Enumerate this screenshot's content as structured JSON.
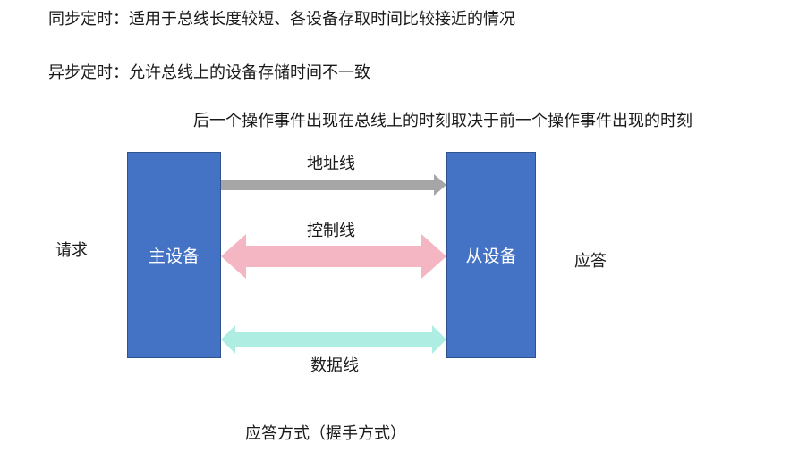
{
  "lines": {
    "sync": "同步定时：适用于总线长度较短、各设备存取时间比较接近的情况",
    "async": "异步定时：允许总线上的设备存储时间不一致",
    "note": "后一个操作事件出现在总线上的时刻取决于前一个操作事件出现的时刻"
  },
  "diagram": {
    "master": "主设备",
    "slave": "从设备",
    "request": "请求",
    "response": "应答",
    "address_bus": "地址线",
    "control_bus": "控制线",
    "data_bus": "数据线",
    "caption": "应答方式（握手方式）"
  },
  "colors": {
    "box": "#4472c4",
    "address_arrow": "#a6a6a6",
    "control_arrow": "#f4b6c2",
    "data_arrow": "#aeeee2"
  }
}
